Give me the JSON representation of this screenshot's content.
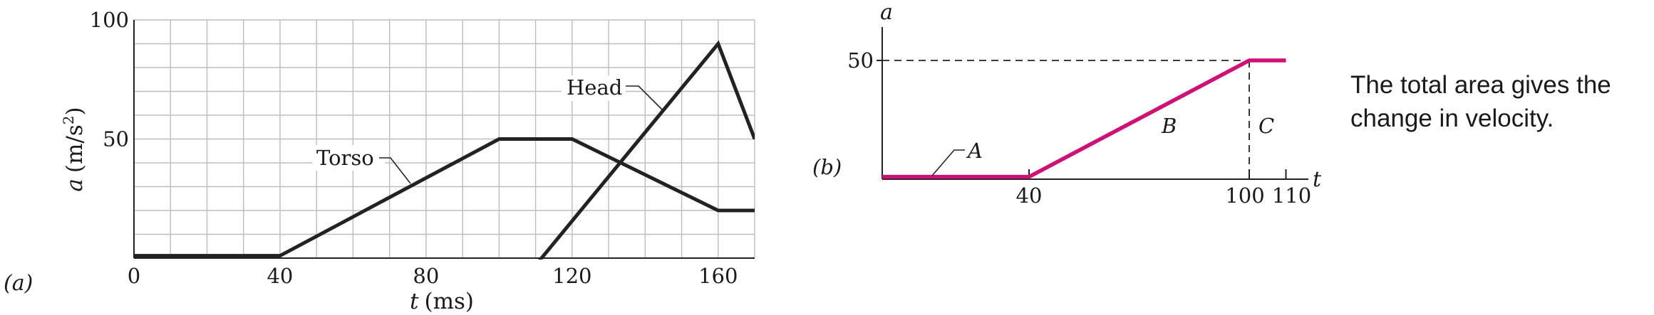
{
  "caption": "The total area gives the change in velocity.",
  "chart_data": [
    {
      "panel_label": "(a)",
      "type": "line",
      "xlabel_var": "t",
      "xlabel_unit": "(ms)",
      "ylabel_var": "a",
      "ylabel_unit": "(m/s",
      "ylabel_exp": "2",
      "ylabel_close": ")",
      "xlim": [
        0,
        170
      ],
      "ylim": [
        0,
        100
      ],
      "xticks": [
        "0",
        "40",
        "80",
        "120",
        "160"
      ],
      "yticks": [
        "50",
        "100"
      ],
      "grid": true,
      "series": [
        {
          "name": "Torso",
          "x": [
            0,
            40,
            100,
            120,
            160,
            170
          ],
          "y": [
            1,
            1,
            50,
            50,
            20,
            20
          ]
        },
        {
          "name": "Head",
          "x": [
            110,
            160,
            170
          ],
          "y": [
            -3,
            90,
            50
          ]
        }
      ],
      "line_color": "#222222"
    },
    {
      "panel_label": "(b)",
      "type": "line",
      "xlabel": "t",
      "ylabel": "a",
      "xlim": [
        0,
        115
      ],
      "ylim": [
        0,
        60
      ],
      "xticks": [
        "40",
        "100",
        "110"
      ],
      "yticks": [
        "50"
      ],
      "grid": false,
      "series": [
        {
          "x": [
            0,
            40,
            100,
            110
          ],
          "y": [
            1,
            1,
            50,
            50
          ]
        }
      ],
      "region_labels": [
        "A",
        "B",
        "C"
      ],
      "line_color": "#cc1177"
    }
  ]
}
